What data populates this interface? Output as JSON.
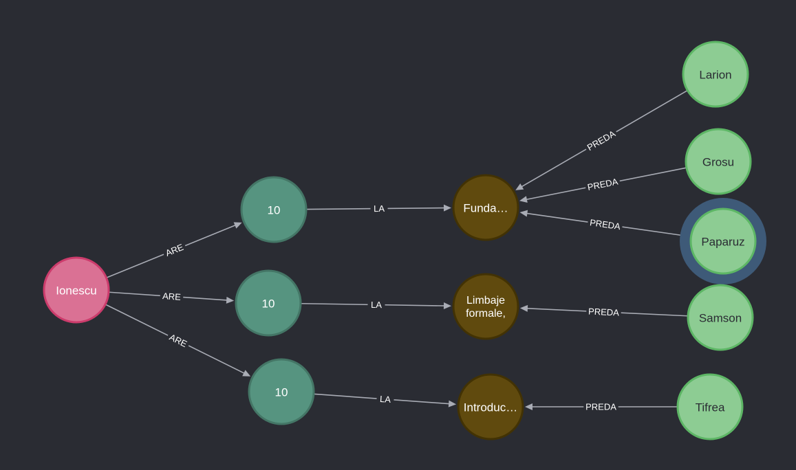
{
  "colors": {
    "background": "#2a2c33",
    "edge": "#a9acb5",
    "person": {
      "fill": "#da7194",
      "stroke": "#cc3c6c",
      "text": "#ffffff"
    },
    "grade": {
      "fill": "#569480",
      "stroke": "#447666",
      "text": "#ffffff"
    },
    "course": {
      "fill": "#604a0e",
      "stroke": "#423204",
      "text": "#ffffff"
    },
    "teacher": {
      "fill": "#8dcc93",
      "stroke": "#5db665",
      "text": "#2a2c33"
    },
    "selection": "#3e5a78"
  },
  "nodes": [
    {
      "id": "ionescu",
      "kind": "person",
      "label": "Ionescu"
    },
    {
      "id": "grade1",
      "kind": "grade",
      "label": "10"
    },
    {
      "id": "grade2",
      "kind": "grade",
      "label": "10"
    },
    {
      "id": "grade3",
      "kind": "grade",
      "label": "10"
    },
    {
      "id": "course1",
      "kind": "course",
      "label": "Funda…"
    },
    {
      "id": "course2",
      "kind": "course",
      "label": "Limbaje formale,",
      "lines": [
        "Limbaje",
        "formale,"
      ]
    },
    {
      "id": "course3",
      "kind": "course",
      "label": "Introduc…"
    },
    {
      "id": "larion",
      "kind": "teacher",
      "label": "Larion"
    },
    {
      "id": "grosu",
      "kind": "teacher",
      "label": "Grosu"
    },
    {
      "id": "paparuz",
      "kind": "teacher",
      "label": "Paparuz",
      "selected": true
    },
    {
      "id": "samson",
      "kind": "teacher",
      "label": "Samson"
    },
    {
      "id": "tifrea",
      "kind": "teacher",
      "label": "Tifrea"
    }
  ],
  "edges": [
    {
      "from": "ionescu",
      "to": "grade1",
      "label": "ARE"
    },
    {
      "from": "ionescu",
      "to": "grade2",
      "label": "ARE"
    },
    {
      "from": "ionescu",
      "to": "grade3",
      "label": "ARE"
    },
    {
      "from": "grade1",
      "to": "course1",
      "label": "LA"
    },
    {
      "from": "grade2",
      "to": "course2",
      "label": "LA"
    },
    {
      "from": "grade3",
      "to": "course3",
      "label": "LA"
    },
    {
      "from": "larion",
      "to": "course1",
      "label": "PREDA"
    },
    {
      "from": "grosu",
      "to": "course1",
      "label": "PREDA"
    },
    {
      "from": "paparuz",
      "to": "course1",
      "label": "PREDA"
    },
    {
      "from": "samson",
      "to": "course2",
      "label": "PREDA"
    },
    {
      "from": "tifrea",
      "to": "course3",
      "label": "PREDA"
    }
  ]
}
